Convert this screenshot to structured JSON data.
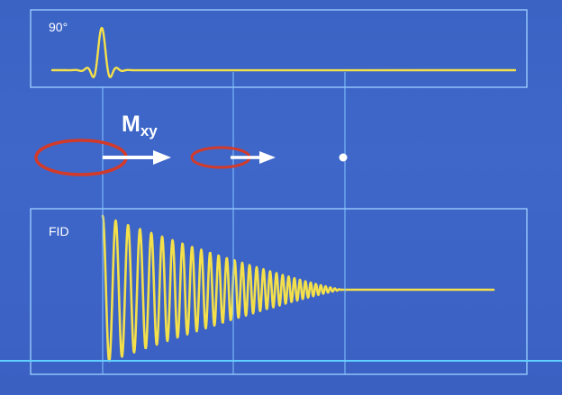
{
  "top_panel": {
    "label": "90°"
  },
  "magnetization": {
    "label_main": "M",
    "label_sub": "xy"
  },
  "bottom_panel": {
    "label": "FID"
  },
  "colors": {
    "background": "#3c64c6",
    "panel_border": "#9fd2ff",
    "guide_line": "#86c6ff",
    "signal": "#f4e04a",
    "ellipse": "#d23a2a",
    "arrow": "#ffffff",
    "dot": "#ffffff",
    "floor_line": "#5fd0ff"
  }
}
